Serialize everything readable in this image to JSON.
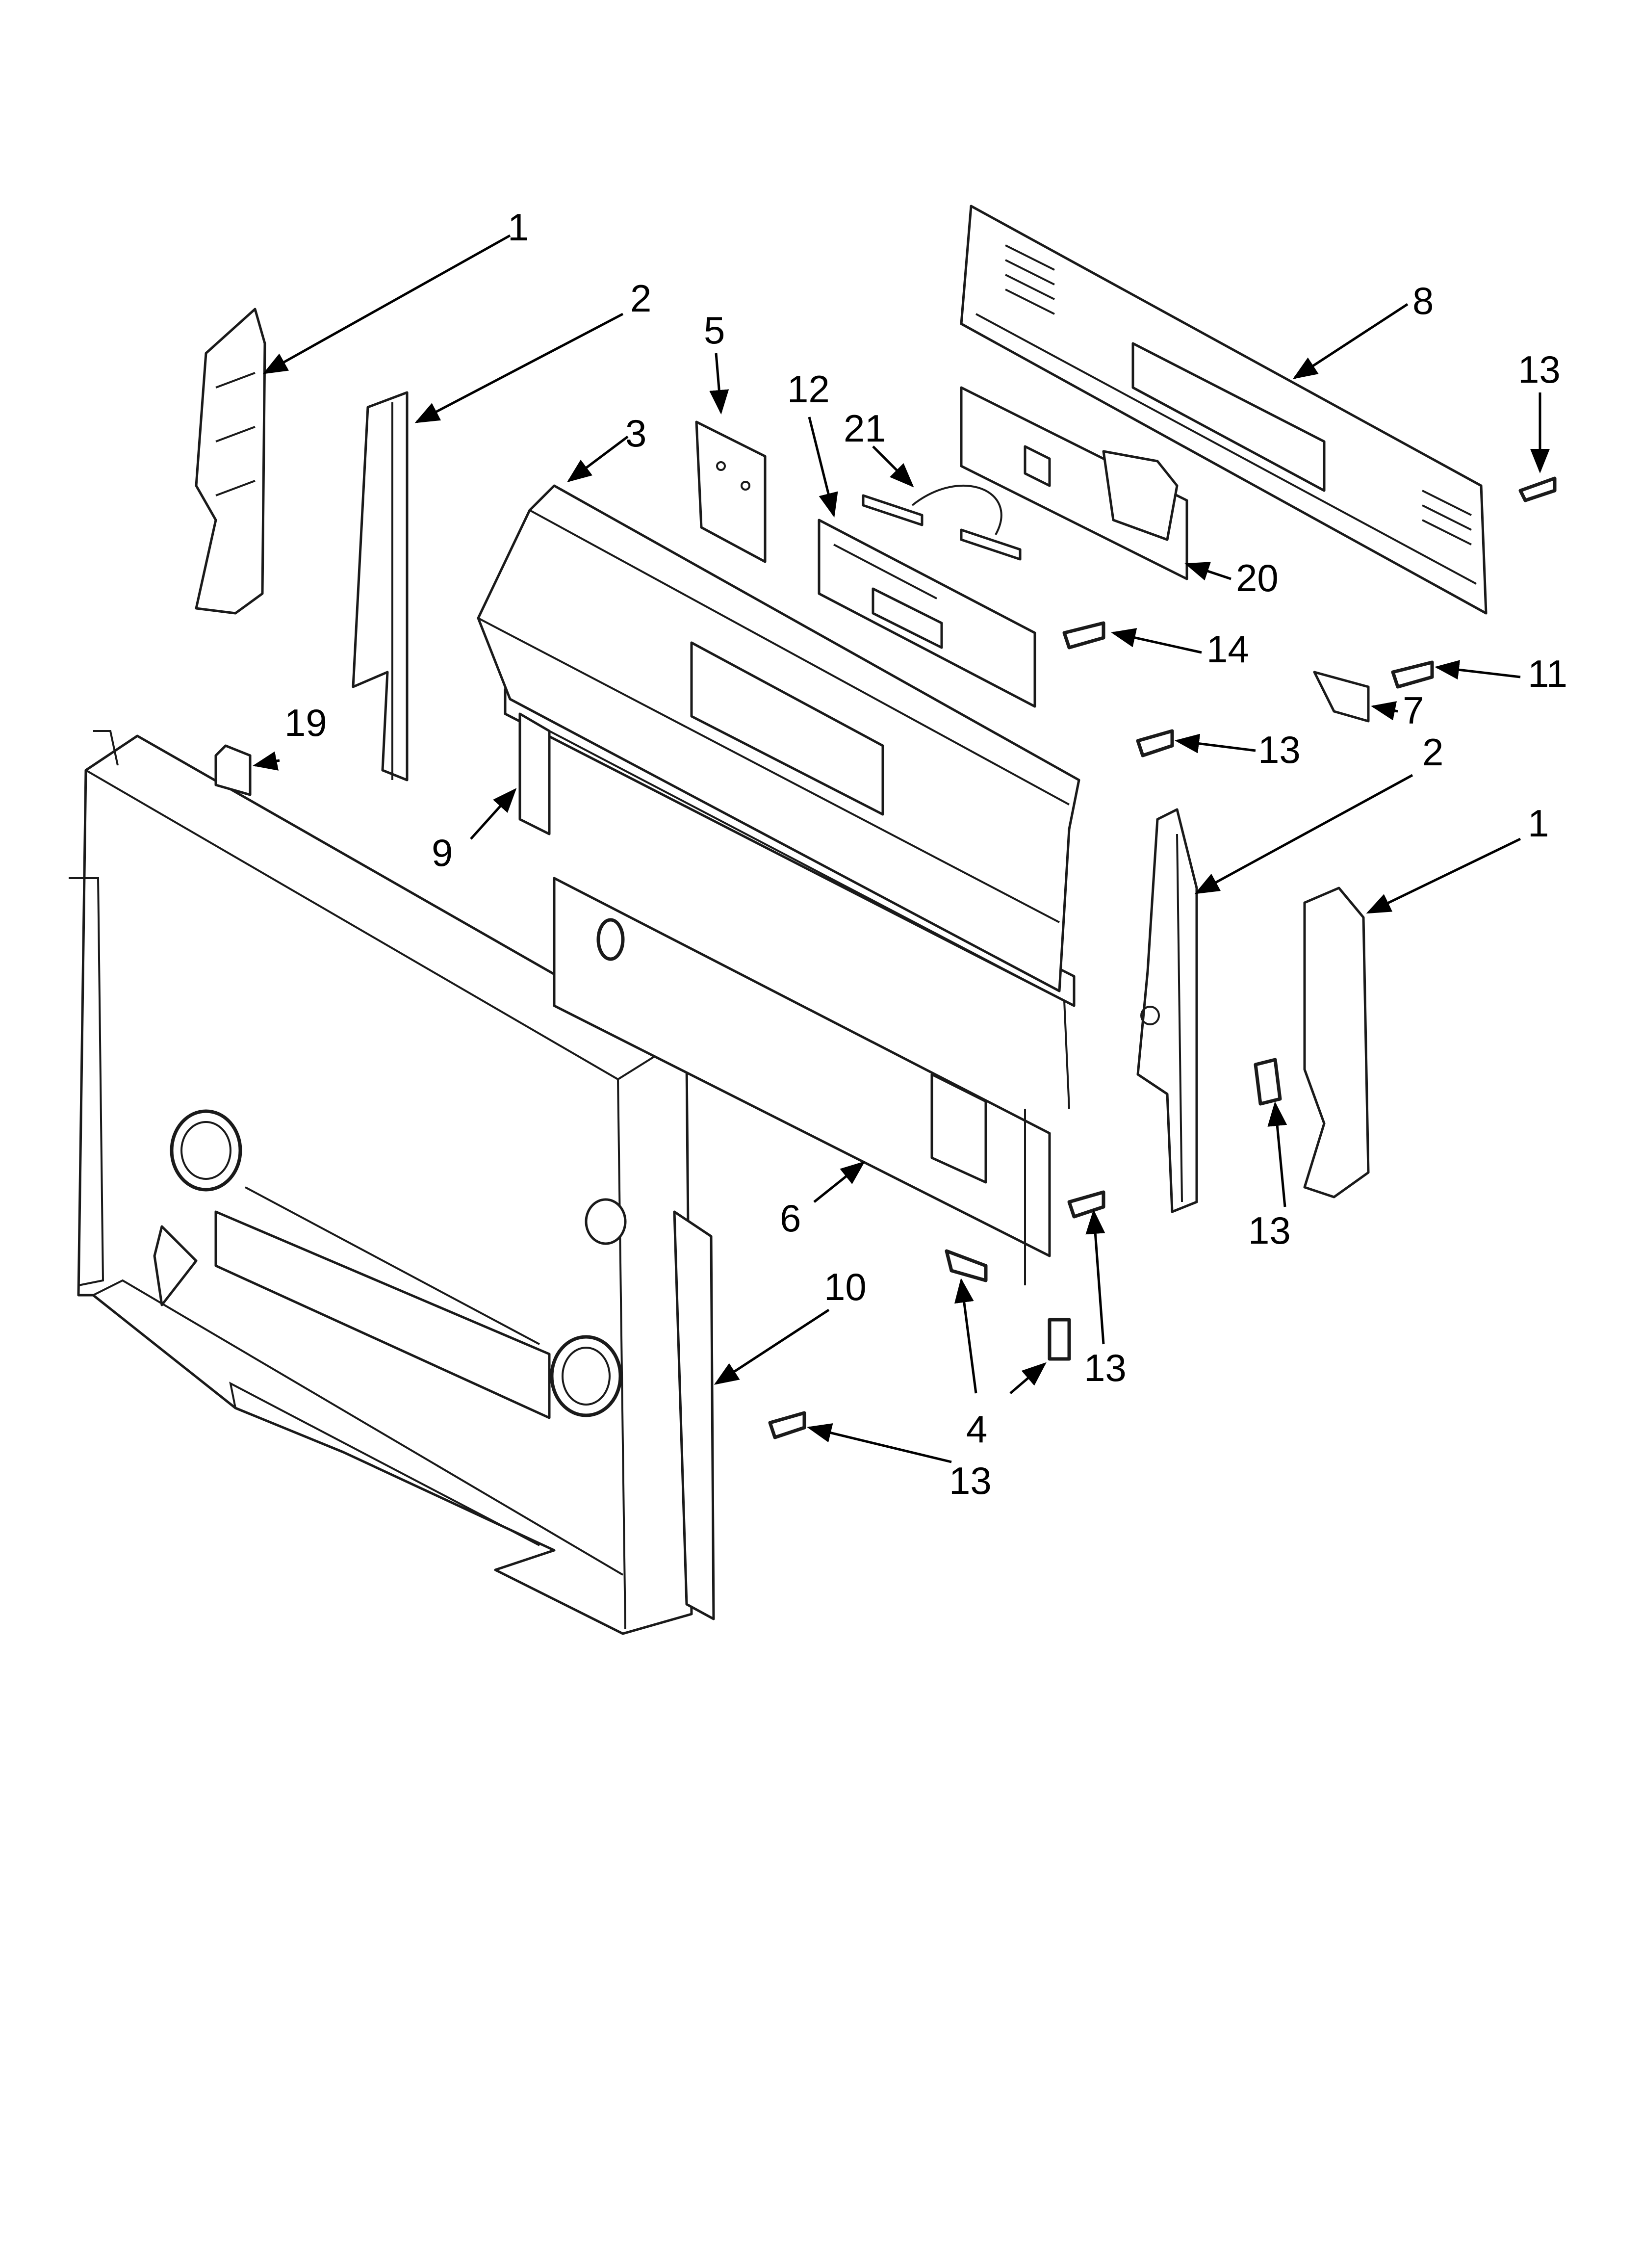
{
  "callouts": [
    {
      "id": "c1a",
      "text": "1"
    },
    {
      "id": "c2a",
      "text": "2"
    },
    {
      "id": "c5",
      "text": "5"
    },
    {
      "id": "c12",
      "text": "12"
    },
    {
      "id": "c21",
      "text": "21"
    },
    {
      "id": "c3",
      "text": "3"
    },
    {
      "id": "c8",
      "text": "8"
    },
    {
      "id": "c13a",
      "text": "13"
    },
    {
      "id": "c20",
      "text": "20"
    },
    {
      "id": "c14",
      "text": "14"
    },
    {
      "id": "c11",
      "text": "11"
    },
    {
      "id": "c7",
      "text": "7"
    },
    {
      "id": "c13b",
      "text": "13"
    },
    {
      "id": "c19",
      "text": "19"
    },
    {
      "id": "c9",
      "text": "9"
    },
    {
      "id": "c2b",
      "text": "2"
    },
    {
      "id": "c1b",
      "text": "1"
    },
    {
      "id": "c6",
      "text": "6"
    },
    {
      "id": "c13c",
      "text": "13"
    },
    {
      "id": "c13d",
      "text": "13"
    },
    {
      "id": "c10",
      "text": "10"
    },
    {
      "id": "c4",
      "text": "4"
    },
    {
      "id": "c13e",
      "text": "13"
    }
  ]
}
